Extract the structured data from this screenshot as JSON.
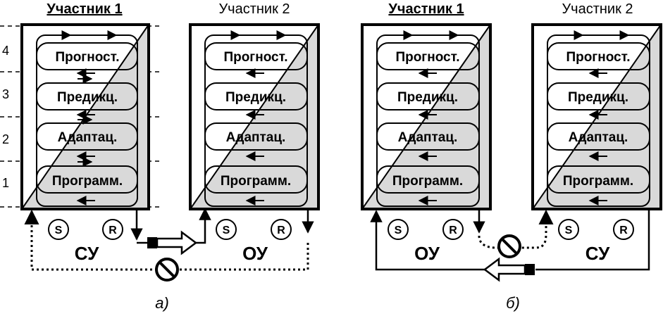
{
  "panels": [
    {
      "caption": "а)",
      "participants": [
        {
          "title": "Участник 1",
          "emphasis": true,
          "system_label": "СУ",
          "s_label": "S",
          "r_label": "R"
        },
        {
          "title": "Участник 2",
          "emphasis": false,
          "system_label": "ОУ",
          "s_label": "S",
          "r_label": "R"
        }
      ]
    },
    {
      "caption": "б)",
      "participants": [
        {
          "title": "Участник 1",
          "emphasis": true,
          "system_label": "ОУ",
          "s_label": "S",
          "r_label": "R"
        },
        {
          "title": "Участник 2",
          "emphasis": false,
          "system_label": "СУ",
          "s_label": "S",
          "r_label": "R"
        }
      ]
    }
  ],
  "levels": [
    "Прогност.",
    "Предикц.",
    "Адаптац.",
    "Программ."
  ],
  "level_numbers": [
    "4",
    "3",
    "2",
    "1"
  ],
  "colors": {
    "box_fill": "#d9d9d9",
    "line": "#000000",
    "blocked": "#000000"
  },
  "icons": [
    "prohibition-icon",
    "hollow-arrow-icon"
  ]
}
